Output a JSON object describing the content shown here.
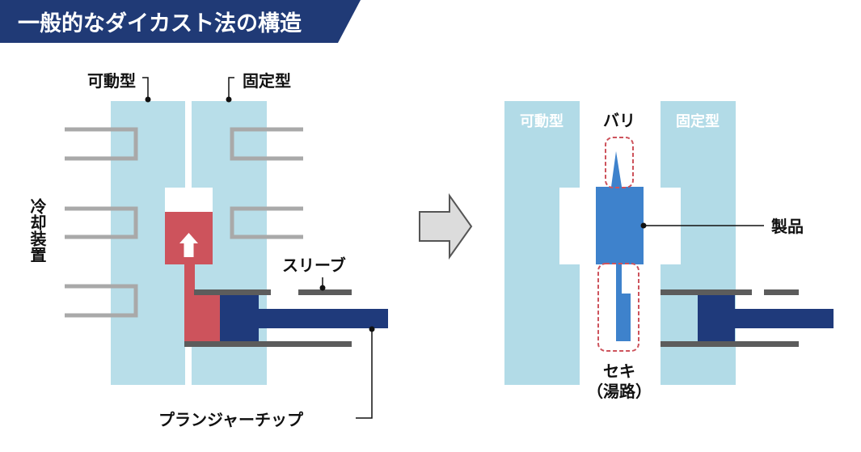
{
  "title": "一般的なダイカスト法の構造",
  "colors": {
    "banner": "#203a76",
    "mold": "#b2dbe7",
    "molten_metal": "#cd535c",
    "plunger": "#1f3a7b",
    "sleeve": "#5c5c5c",
    "cooling_pipe": "#a9a9a9",
    "product": "#3e82cc",
    "dashed_outline": "#cd535c",
    "arrow": "#dcdcdc"
  },
  "left_diagram": {
    "movable_die_label": "可動型",
    "fixed_die_label": "固定型",
    "cooling_label": "冷却装置",
    "sleeve_label": "スリーブ",
    "plunger_tip_label": "プランジャーチップ"
  },
  "right_diagram": {
    "movable_die_label": "可動型",
    "fixed_die_label": "固定型",
    "burr_label": "バリ",
    "product_label": "製品",
    "gate_label": "セキ",
    "gate_note": "（湯路）"
  },
  "arrow_icon": "right-arrow"
}
